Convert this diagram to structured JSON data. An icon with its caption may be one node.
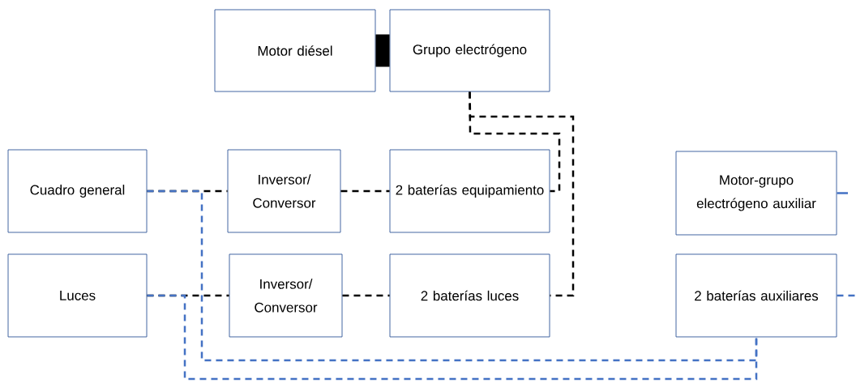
{
  "diagram": {
    "nodes": [
      {
        "text": [
          "Motor diésel"
        ]
      },
      {
        "text": [
          "Grupo electrógeno"
        ]
      },
      {
        "text": [
          "Cuadro general"
        ]
      },
      {
        "text": [
          "Inversor/ Conversor"
        ]
      },
      {
        "text": [
          "2 baterías equipamiento"
        ]
      },
      {
        "text": [
          "Motor-grupo electrógeno auxiliar"
        ]
      },
      {
        "text": [
          "Luces"
        ]
      },
      {
        "text": [
          "Inversor/ Conversor"
        ]
      },
      {
        "text": [
          "2 baterías luces"
        ]
      },
      {
        "text": [
          "2 baterías auxiliares"
        ]
      }
    ],
    "edges": [
      {
        "from": 0,
        "to": 1,
        "arrow": "none",
        "style": "thick"
      },
      {
        "from": 1,
        "to": 4,
        "arrow": "none",
        "style": "dashed"
      },
      {
        "from": 1,
        "to": 8,
        "arrow": "none",
        "style": "dashed"
      },
      {
        "from": 2,
        "to": 3,
        "arrow": "none",
        "style": "dashed"
      },
      {
        "from": 3,
        "to": 4,
        "arrow": "none",
        "style": "dashed"
      },
      {
        "from": 6,
        "to": 7,
        "arrow": "none",
        "style": "dashed"
      },
      {
        "from": 7,
        "to": 8,
        "arrow": "none",
        "style": "dashed"
      },
      {
        "from": 2,
        "to": 9,
        "arrow": "none",
        "style": "dashed",
        "color": "#4472c4"
      },
      {
        "from": 6,
        "to": 9,
        "arrow": "none",
        "style": "dashed",
        "color": "#4472c4"
      },
      {
        "from": 5,
        "to": null,
        "arrow": "none",
        "color": "#4472c4"
      },
      {
        "from": 9,
        "to": null,
        "arrow": "none",
        "style": "dashed",
        "color": "#4472c4"
      }
    ]
  }
}
